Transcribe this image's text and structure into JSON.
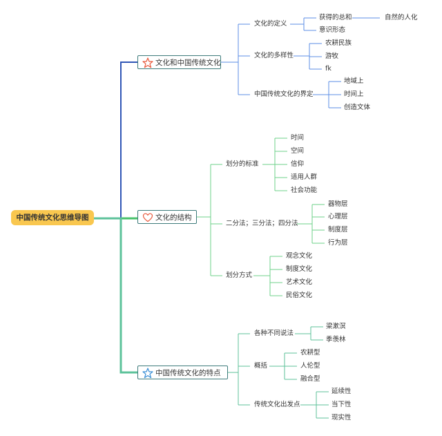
{
  "root": {
    "label": "中国传统文化思维导图"
  },
  "colors": {
    "branch_culture": "#2f55b5",
    "branch_structure": "#5cc29a",
    "branch_trait": "#5cc29a",
    "sub_culture": "#5b8ee6",
    "sub_structure": "#6ed08a",
    "sub_trait": "#5cc29a",
    "root_fill": "#f9c74f"
  },
  "branches": {
    "culture": {
      "label": "文化和中国传统文化",
      "icon": "star-outline-icon",
      "children": {
        "definition": {
          "label": "文化的定义",
          "items": [
            "获得的总和",
            "意识形态"
          ],
          "nested": "自然的人化"
        },
        "diversity": {
          "label": "文化的多样性",
          "items": [
            "农耕民族",
            "游牧",
            "fk"
          ]
        },
        "boundary": {
          "label": "中国传统文化的界定",
          "items": [
            "地域上",
            "时间上",
            "创造文体"
          ]
        }
      }
    },
    "structure": {
      "label": "文化的结构",
      "icon": "heart-outline-icon",
      "children": {
        "standard": {
          "label": "划分的标准",
          "items": [
            "时间",
            "空间",
            "信仰",
            "适用人群",
            "社会功能"
          ]
        },
        "methods": {
          "label": "二分法；三分法；四分法",
          "items": [
            "器物层",
            "心理层",
            "制度层",
            "行为层"
          ]
        },
        "ways": {
          "label": "划分方式",
          "items": [
            "观念文化",
            "制度文化",
            "艺术文化",
            "民俗文化"
          ]
        }
      }
    },
    "trait": {
      "label": "中国传统文化的特点",
      "icon": "star-outline-icon",
      "children": {
        "sayings": {
          "label": "各种不同说法",
          "items": [
            "梁漱溟",
            "季羡林"
          ]
        },
        "summary": {
          "label": "概括",
          "items": [
            "农耕型",
            "人伦型",
            "融合型"
          ]
        },
        "origin": {
          "label": "传统文化出发点",
          "items": [
            "延续性",
            "当下性",
            "现实性"
          ]
        }
      }
    }
  }
}
